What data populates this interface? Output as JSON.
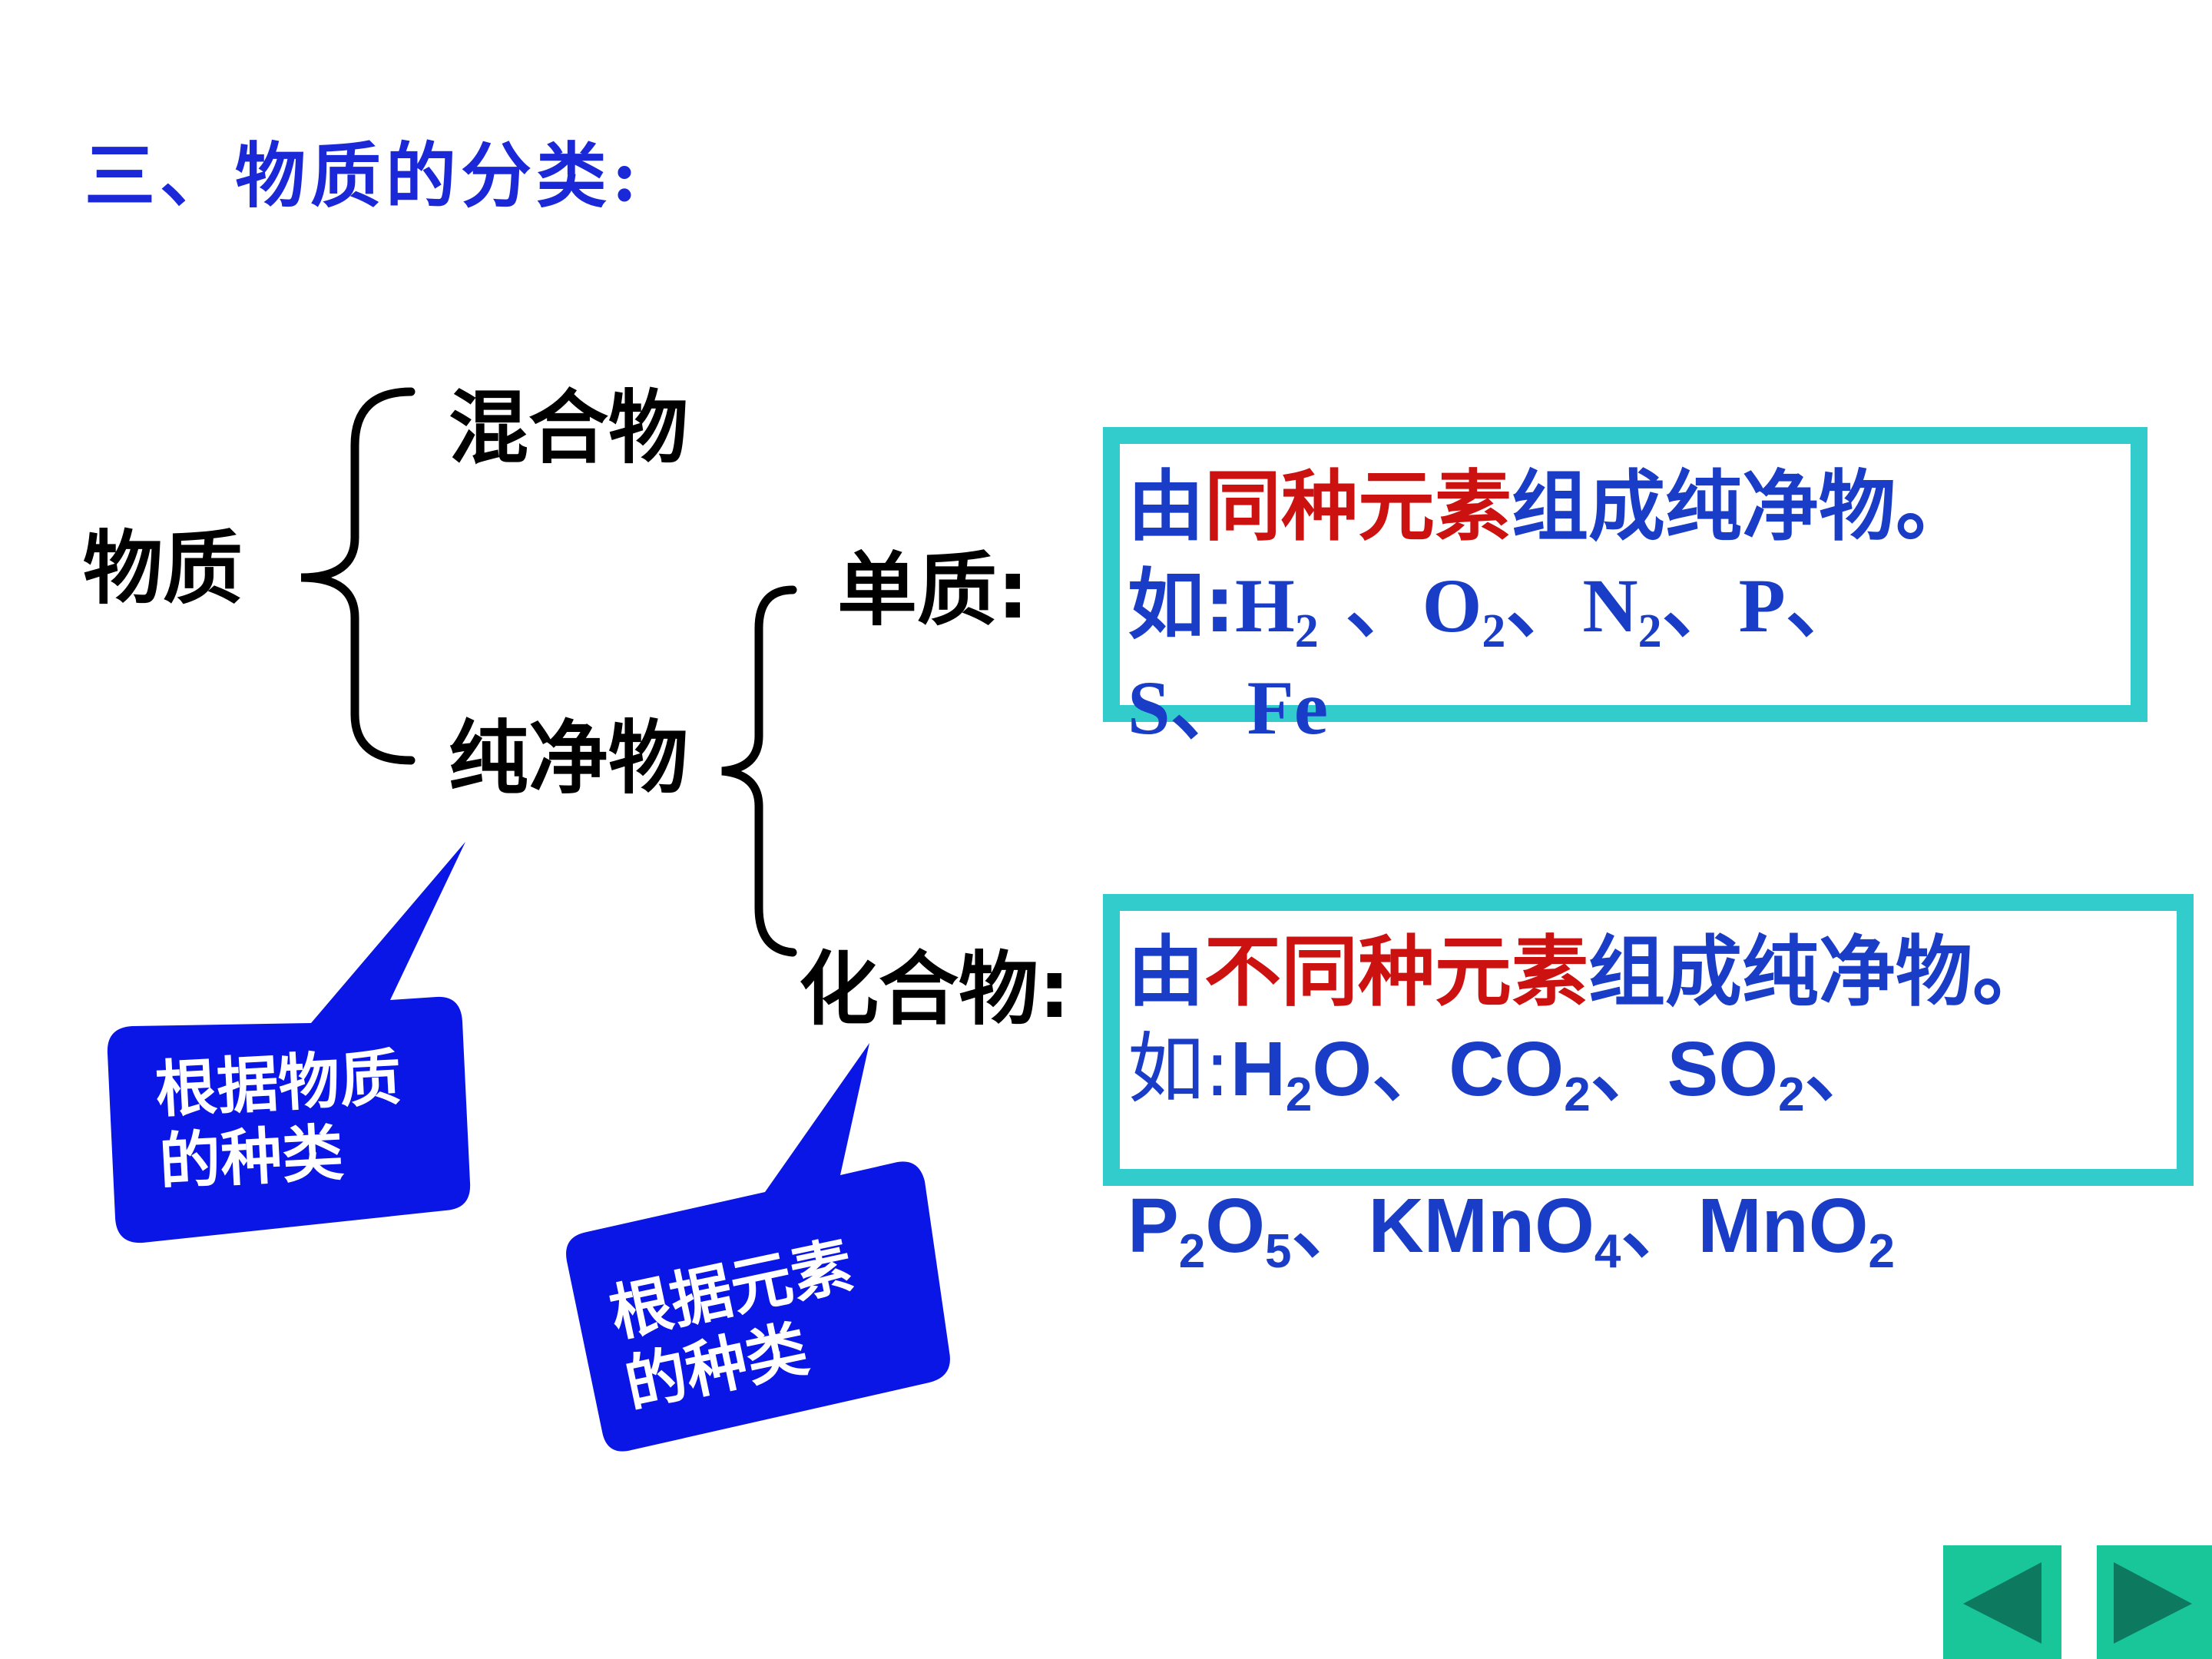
{
  "title": "三、物质的分类:",
  "tree": {
    "root": "物质",
    "mixture": "混合物",
    "pure": "纯净物",
    "element": "单质:",
    "compound": "化合物:"
  },
  "element_def": {
    "prefix": "由",
    "highlight": "同种元素",
    "suffix": "组成纯净物。"
  },
  "element_example": {
    "prefix": "如:",
    "h": "H",
    "h_sub": "2",
    "sep1": " 、",
    "o": "O",
    "o_sub": "2",
    "sep2": "、",
    "n": "N",
    "n_sub": "2",
    "rest1": "、P、",
    "rest2": "S、Fe"
  },
  "compound_def": {
    "prefix": "由",
    "highlight": "不同种元素",
    "suffix": "组成纯净物。"
  },
  "compound_example": {
    "prefix": "如:",
    "h2o_a": "H",
    "h2o_sub": "2",
    "h2o_b": "O、CO",
    "co2_sub": "2",
    "co2_b": "、SO",
    "so2_sub": "2",
    "so2_b": "、",
    "p": "P",
    "p_sub": "2",
    "o": "O",
    "o_sub": "5",
    "kmno4": "、KMnO",
    "kmno4_sub": "4",
    "mno2": "、MnO",
    "mno2_sub": "2"
  },
  "callout1": {
    "line1": "根据物质",
    "line2": "的种类"
  },
  "callout2": {
    "line1": "根据元素",
    "line2": "的种类"
  },
  "colors": {
    "title": "#1a28d8",
    "definition": "#1a3dc8",
    "highlight": "#cc1111",
    "box_border": "#33cccc",
    "callout_fill": "#0a16e6",
    "nav_button": "#19c69a",
    "nav_arrow": "#0d7a60"
  },
  "nav": {
    "prev_icon": "triangle-left-icon",
    "next_icon": "triangle-right-icon"
  }
}
